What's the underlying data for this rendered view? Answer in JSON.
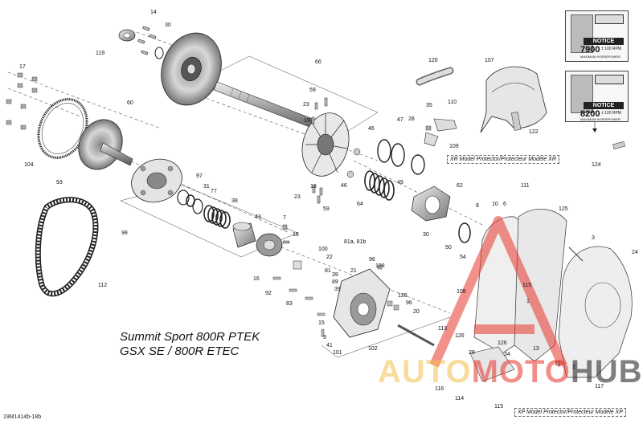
{
  "diagram": {
    "model_lines": [
      "Summit Sport 800R PTEK",
      "GSX SE / 800R ETEC"
    ],
    "reference_code": "19M1414b-18b",
    "xr_caption": "XR Model Protector/Protecteur Modèle XR",
    "xp_caption": "XP Model Protector/Protecteur Modèle XP",
    "watermark": {
      "part1": "AUTO",
      "part2": "MOTO",
      "part3": "HUB",
      "color1": "#f2c14e",
      "color2": "#e8342c",
      "color3": "#1a1a1a"
    },
    "notice_cards": [
      {
        "title": "NOTICE",
        "rpm": "7900",
        "unit": "± 100 RPM",
        "sub": "MAXIMUM HORSEPOWER"
      },
      {
        "title": "NOTICE",
        "rpm": "8200",
        "unit": "± 100 RPM",
        "sub": "MAXIMUM HORSEPOWER"
      }
    ],
    "callouts": [
      {
        "id": "c14",
        "label": "14"
      },
      {
        "id": "c30a",
        "label": "30"
      },
      {
        "id": "c119",
        "label": "119"
      },
      {
        "id": "c60",
        "label": "60"
      },
      {
        "id": "c17",
        "label": "17"
      },
      {
        "id": "c104",
        "label": "104"
      },
      {
        "id": "c93",
        "label": "93"
      },
      {
        "id": "c66",
        "label": "66"
      },
      {
        "id": "c59a",
        "label": "59"
      },
      {
        "id": "c23a",
        "label": "23"
      },
      {
        "id": "c19a",
        "label": "19"
      },
      {
        "id": "c46a",
        "label": "46"
      },
      {
        "id": "c46b",
        "label": "46"
      },
      {
        "id": "c120",
        "label": "120"
      },
      {
        "id": "c107",
        "label": "107"
      },
      {
        "id": "c35",
        "label": "35"
      },
      {
        "id": "c110",
        "label": "110"
      },
      {
        "id": "c28a",
        "label": "28"
      },
      {
        "id": "c109",
        "label": "109"
      },
      {
        "id": "c47",
        "label": "47"
      },
      {
        "id": "c122",
        "label": "122"
      },
      {
        "id": "c124",
        "label": "124"
      },
      {
        "id": "c49",
        "label": "49"
      },
      {
        "id": "c64",
        "label": "64"
      },
      {
        "id": "c62",
        "label": "62"
      },
      {
        "id": "c23b",
        "label": "23"
      },
      {
        "id": "c19b",
        "label": "19"
      },
      {
        "id": "c59b",
        "label": "59"
      },
      {
        "id": "c97",
        "label": "97"
      },
      {
        "id": "c31",
        "label": "31"
      },
      {
        "id": "c77",
        "label": "77"
      },
      {
        "id": "c38",
        "label": "38"
      },
      {
        "id": "c98",
        "label": "98"
      },
      {
        "id": "c112",
        "label": "112"
      },
      {
        "id": "c43",
        "label": "43"
      },
      {
        "id": "c7",
        "label": "7"
      },
      {
        "id": "c18",
        "label": "18"
      },
      {
        "id": "c30b",
        "label": "30"
      },
      {
        "id": "c50",
        "label": "50"
      },
      {
        "id": "c8",
        "label": "8"
      },
      {
        "id": "c10",
        "label": "10"
      },
      {
        "id": "c6",
        "label": "6"
      },
      {
        "id": "c111",
        "label": "111"
      },
      {
        "id": "c125",
        "label": "125"
      },
      {
        "id": "c3",
        "label": "3"
      },
      {
        "id": "c54",
        "label": "54"
      },
      {
        "id": "c81a",
        "label": "81a, 81b"
      },
      {
        "id": "c100",
        "label": "100"
      },
      {
        "id": "c22",
        "label": "22"
      },
      {
        "id": "c96",
        "label": "96"
      },
      {
        "id": "c21",
        "label": "21"
      },
      {
        "id": "c128a",
        "label": "128"
      },
      {
        "id": "c16",
        "label": "16"
      },
      {
        "id": "c81",
        "label": "81"
      },
      {
        "id": "c39a",
        "label": "39"
      },
      {
        "id": "c89",
        "label": "89"
      },
      {
        "id": "c39b",
        "label": "39"
      },
      {
        "id": "c92",
        "label": "92"
      },
      {
        "id": "c83",
        "label": "83"
      },
      {
        "id": "c15",
        "label": "15"
      },
      {
        "id": "c9",
        "label": "9"
      },
      {
        "id": "c41",
        "label": "41"
      },
      {
        "id": "c101",
        "label": "101"
      },
      {
        "id": "c102",
        "label": "102"
      },
      {
        "id": "c128b",
        "label": "128"
      },
      {
        "id": "c96b",
        "label": "96"
      },
      {
        "id": "c20",
        "label": "20"
      },
      {
        "id": "c113",
        "label": "113"
      },
      {
        "id": "c108",
        "label": "108"
      },
      {
        "id": "c115a",
        "label": "115"
      },
      {
        "id": "c1",
        "label": "1"
      },
      {
        "id": "c126a",
        "label": "126"
      },
      {
        "id": "c126b",
        "label": "126"
      },
      {
        "id": "c28b",
        "label": "28"
      },
      {
        "id": "c34",
        "label": "34"
      },
      {
        "id": "c13",
        "label": "13"
      },
      {
        "id": "c116",
        "label": "116"
      },
      {
        "id": "c114",
        "label": "114"
      },
      {
        "id": "c115b",
        "label": "115"
      },
      {
        "id": "c24",
        "label": "24"
      },
      {
        "id": "c117",
        "label": "117"
      },
      {
        "id": "c12",
        "label": "12"
      },
      {
        "id": "c2",
        "label": "2"
      }
    ]
  }
}
